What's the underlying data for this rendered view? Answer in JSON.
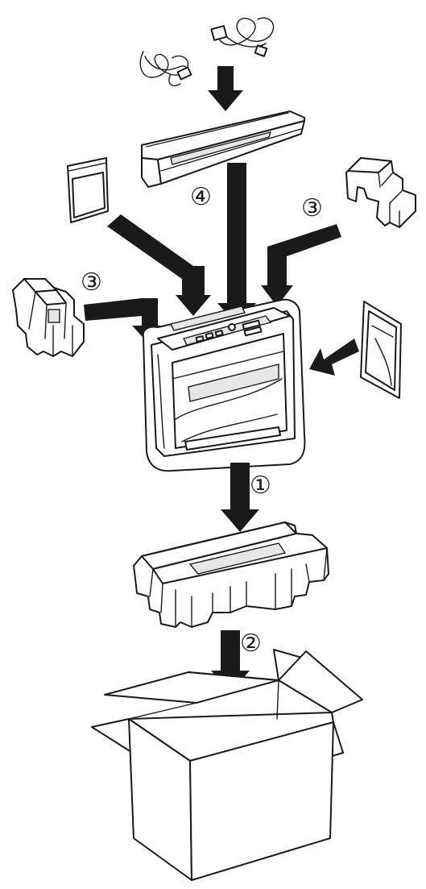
{
  "steps": {
    "one": "①",
    "two": "②",
    "three_left": "③",
    "three_right": "③",
    "four": "④"
  },
  "colors": {
    "line": "#1a1a1a",
    "arrow": "#1a1a1a",
    "fill": "#ffffff",
    "shade": "#e6e6e6"
  }
}
